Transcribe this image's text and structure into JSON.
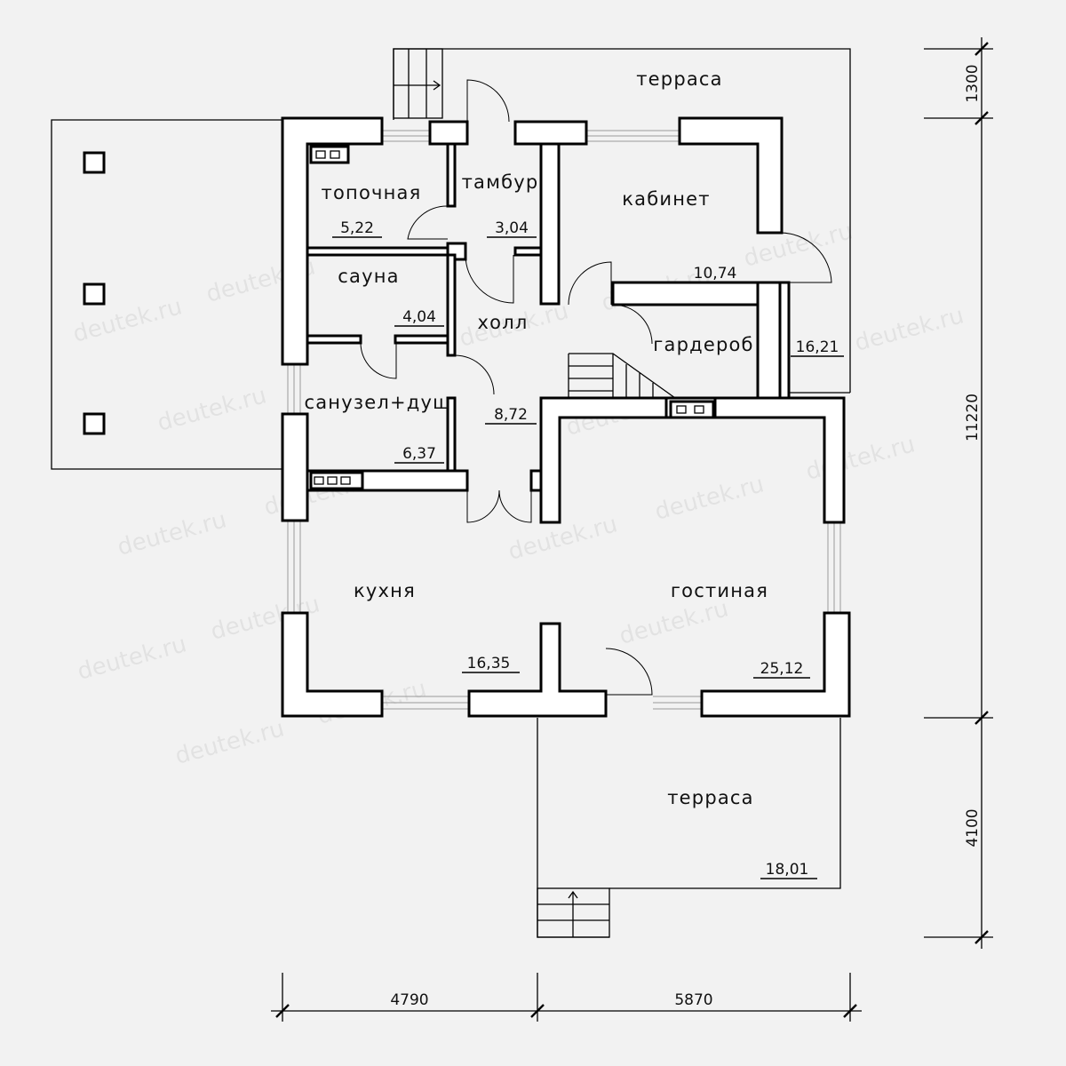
{
  "rooms": {
    "terrace_top": {
      "label": "терраса"
    },
    "boiler": {
      "label": "топочная",
      "area": "5,22"
    },
    "vestibule": {
      "label": "тамбур",
      "area": "3,04"
    },
    "office": {
      "label": "кабинет",
      "area": "10,74"
    },
    "sauna": {
      "label": "сауна",
      "area": "4,04"
    },
    "hall": {
      "label": "холл",
      "area": "8,72"
    },
    "wardrobe": {
      "label": "гардероб"
    },
    "side_terrace": {
      "area": "16,21"
    },
    "bathroom": {
      "label": "санузел+душ",
      "area": "6,37"
    },
    "kitchen": {
      "label": "кухня",
      "area": "16,35"
    },
    "living": {
      "label": "гостиная",
      "area": "25,12"
    },
    "terrace_bottom": {
      "label": "терраса",
      "area": "18,01"
    }
  },
  "dimensions": {
    "left_width": "4790",
    "right_width": "5870",
    "top_depth": "1300",
    "house_depth": "11220",
    "terrace_depth": "4100"
  },
  "watermark": "deutek.ru"
}
